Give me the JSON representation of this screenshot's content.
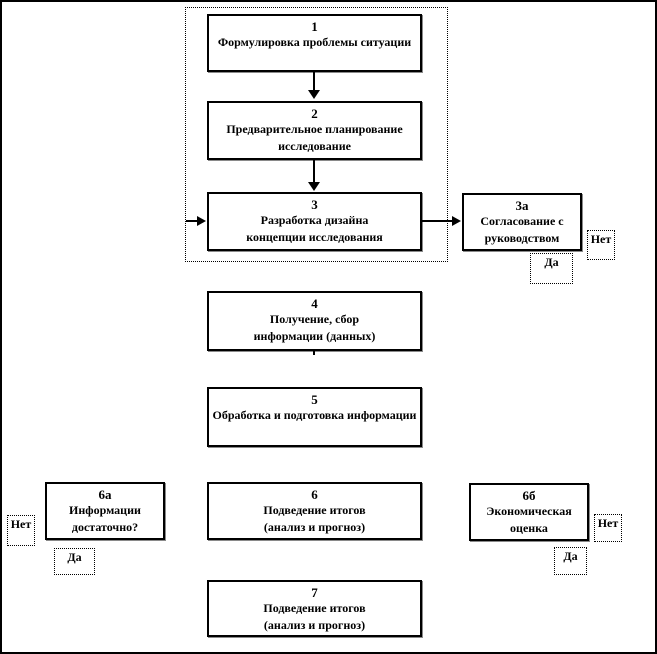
{
  "diagram": {
    "title": "Research process flowchart (marketing research stages)",
    "colors": {
      "line": "#000000",
      "box_fill": "#ffffff",
      "shadow": "#8a8a8a",
      "background": "#ffffff"
    },
    "box1": {
      "num": "1",
      "line1": "Формулировка проблемы ситуации",
      "line2": ""
    },
    "box2": {
      "num": "2",
      "line1": "Предварительное  планирование",
      "line2": "исследование"
    },
    "box3": {
      "num": "3",
      "line1": "Разработка дизайна",
      "line2": "концепции исследования"
    },
    "box3a": {
      "num": "3а",
      "line1": "Согласование с",
      "line2": "руководством"
    },
    "box4": {
      "num": "4",
      "line1": "Получение, сбор",
      "line2": "информации (данных)"
    },
    "box5": {
      "num": "5",
      "line1": "Обработка и подготовка информации",
      "line2": ""
    },
    "box6": {
      "num": "6",
      "line1": "Подведение  итогов",
      "line2": "(анализ и прогноз)"
    },
    "box6a": {
      "num": "6а",
      "line1": "Информации",
      "line2": "достаточно?"
    },
    "box6b": {
      "num": "6б",
      "line1": "Экономическая",
      "line2": "оценка"
    },
    "box7": {
      "num": "7",
      "line1": "Подведение  итогов",
      "line2": "(анализ и прогноз)"
    },
    "yes_label": "Да",
    "no_label": "Нет"
  }
}
